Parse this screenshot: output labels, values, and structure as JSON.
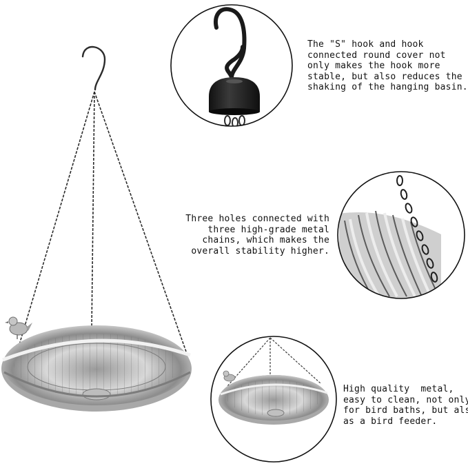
{
  "captions": {
    "hook": "The \"S\" hook and hook\nconnected round cover not\nonly makes the hook more\nstable, but also reduces the\nshaking of the hanging basin.",
    "chains": "Three holes connected with\nthree high-grade metal\nchains, which makes the\noverall stability higher.",
    "quality": "High quality  metal,\neasy to clean, not only\nfor bird baths, but also\nas a bird feeder."
  },
  "colors": {
    "metal_light": "#d9d9d9",
    "metal_dark": "#6e6e6e",
    "chain": "#2b2b2b",
    "cover": "#1c1c1c",
    "circle_border": "#111111"
  },
  "icons": [
    "s-hook-icon",
    "hook-cover-icon",
    "bird-figurine-icon"
  ]
}
